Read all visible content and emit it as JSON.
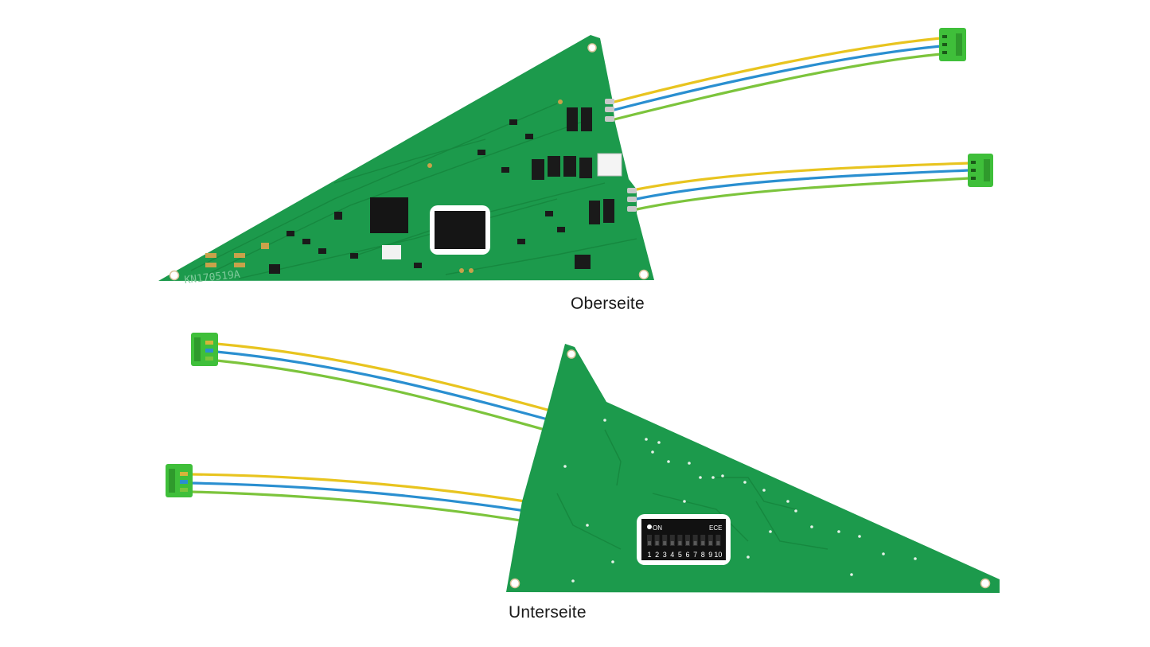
{
  "captions": {
    "top": "Oberseite",
    "bottom": "Unterseite"
  },
  "board_marks": {
    "serial": "KN170519A",
    "dip_on": "ON",
    "dip_brand": "ECE",
    "dip_numbers": [
      "1",
      "2",
      "3",
      "4",
      "5",
      "6",
      "7",
      "8",
      "9",
      "10"
    ]
  },
  "colors": {
    "pcb_green": "#1c9a4c",
    "pcb_dark": "#148a40",
    "wire_yellow": "#e8c41f",
    "wire_blue": "#2a8fd0",
    "wire_green": "#7cc43c",
    "connector_green": "#3fbf3a",
    "chip_black": "#151515",
    "pad_gold": "#c9a24a"
  }
}
